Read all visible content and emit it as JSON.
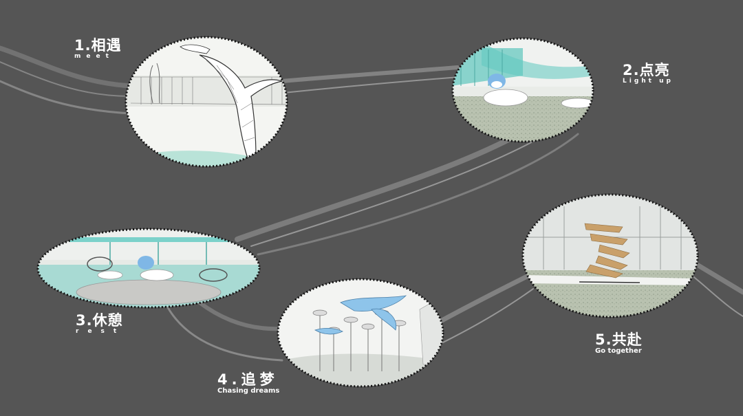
{
  "stations": [
    {
      "title": "1.相遇",
      "subtitle": "meet"
    },
    {
      "title": "2.点亮",
      "subtitle": "Light up"
    },
    {
      "title": "3.休憩",
      "subtitle": "rest"
    },
    {
      "title": "4.追梦",
      "subtitle": "Chasing dreams"
    },
    {
      "title": "5.共赴",
      "subtitle": "Go together"
    }
  ],
  "colors": {
    "background": "#555555",
    "path": "#9a9a9a",
    "ellipse_border": "#111111",
    "accent_teal": "#5fc9c0",
    "whale_blue": "#7fb7e6",
    "wood": "#c9a06a"
  }
}
